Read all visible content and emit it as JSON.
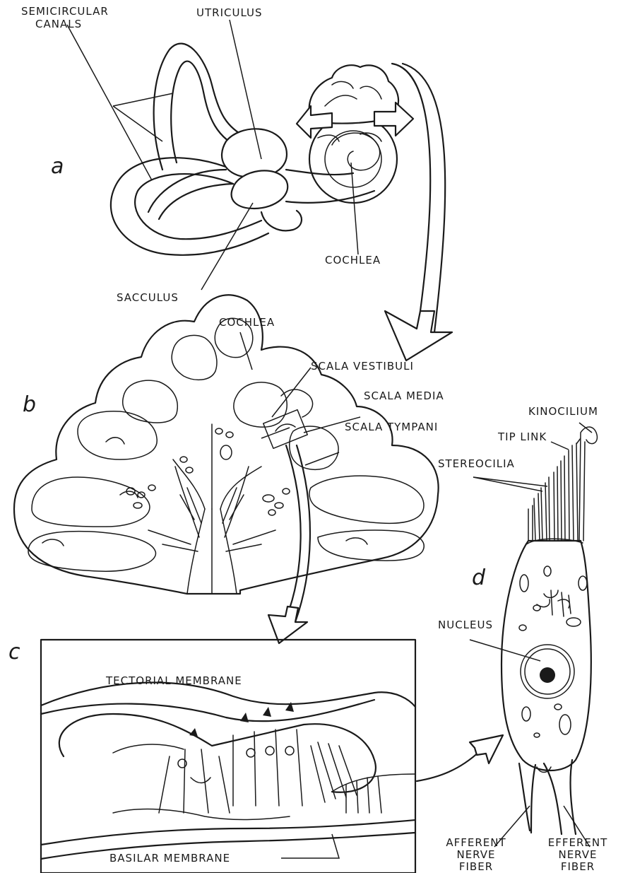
{
  "panels": {
    "a": "a",
    "b": "b",
    "c": "c",
    "d": "d"
  },
  "labels": {
    "semicircular_canals_l1": "SEMICIRCULAR",
    "semicircular_canals_l2": "CANALS",
    "utriculus": "UTRICULUS",
    "cochlea_a": "COCHLEA",
    "sacculus": "SACCULUS",
    "cochlea_b": "COCHLEA",
    "scala_vestibuli": "SCALA VESTIBULI",
    "scala_media": "SCALA MEDIA",
    "scala_tympani": "SCALA TYMPANI",
    "kinocilium": "KINOCILIUM",
    "tip_link": "TIP LINK",
    "stereocilia": "STEREOCILIA",
    "nucleus": "NUCLEUS",
    "tectorial_membrane": "TECTORIAL MEMBRANE",
    "basilar_membrane": "BASILAR MEMBRANE",
    "afferent_l1": "AFFERENT",
    "afferent_l2": "NERVE",
    "afferent_l3": "FIBER",
    "efferent_l1": "EFFERENT",
    "efferent_l2": "NERVE",
    "efferent_l3": "FIBER"
  }
}
